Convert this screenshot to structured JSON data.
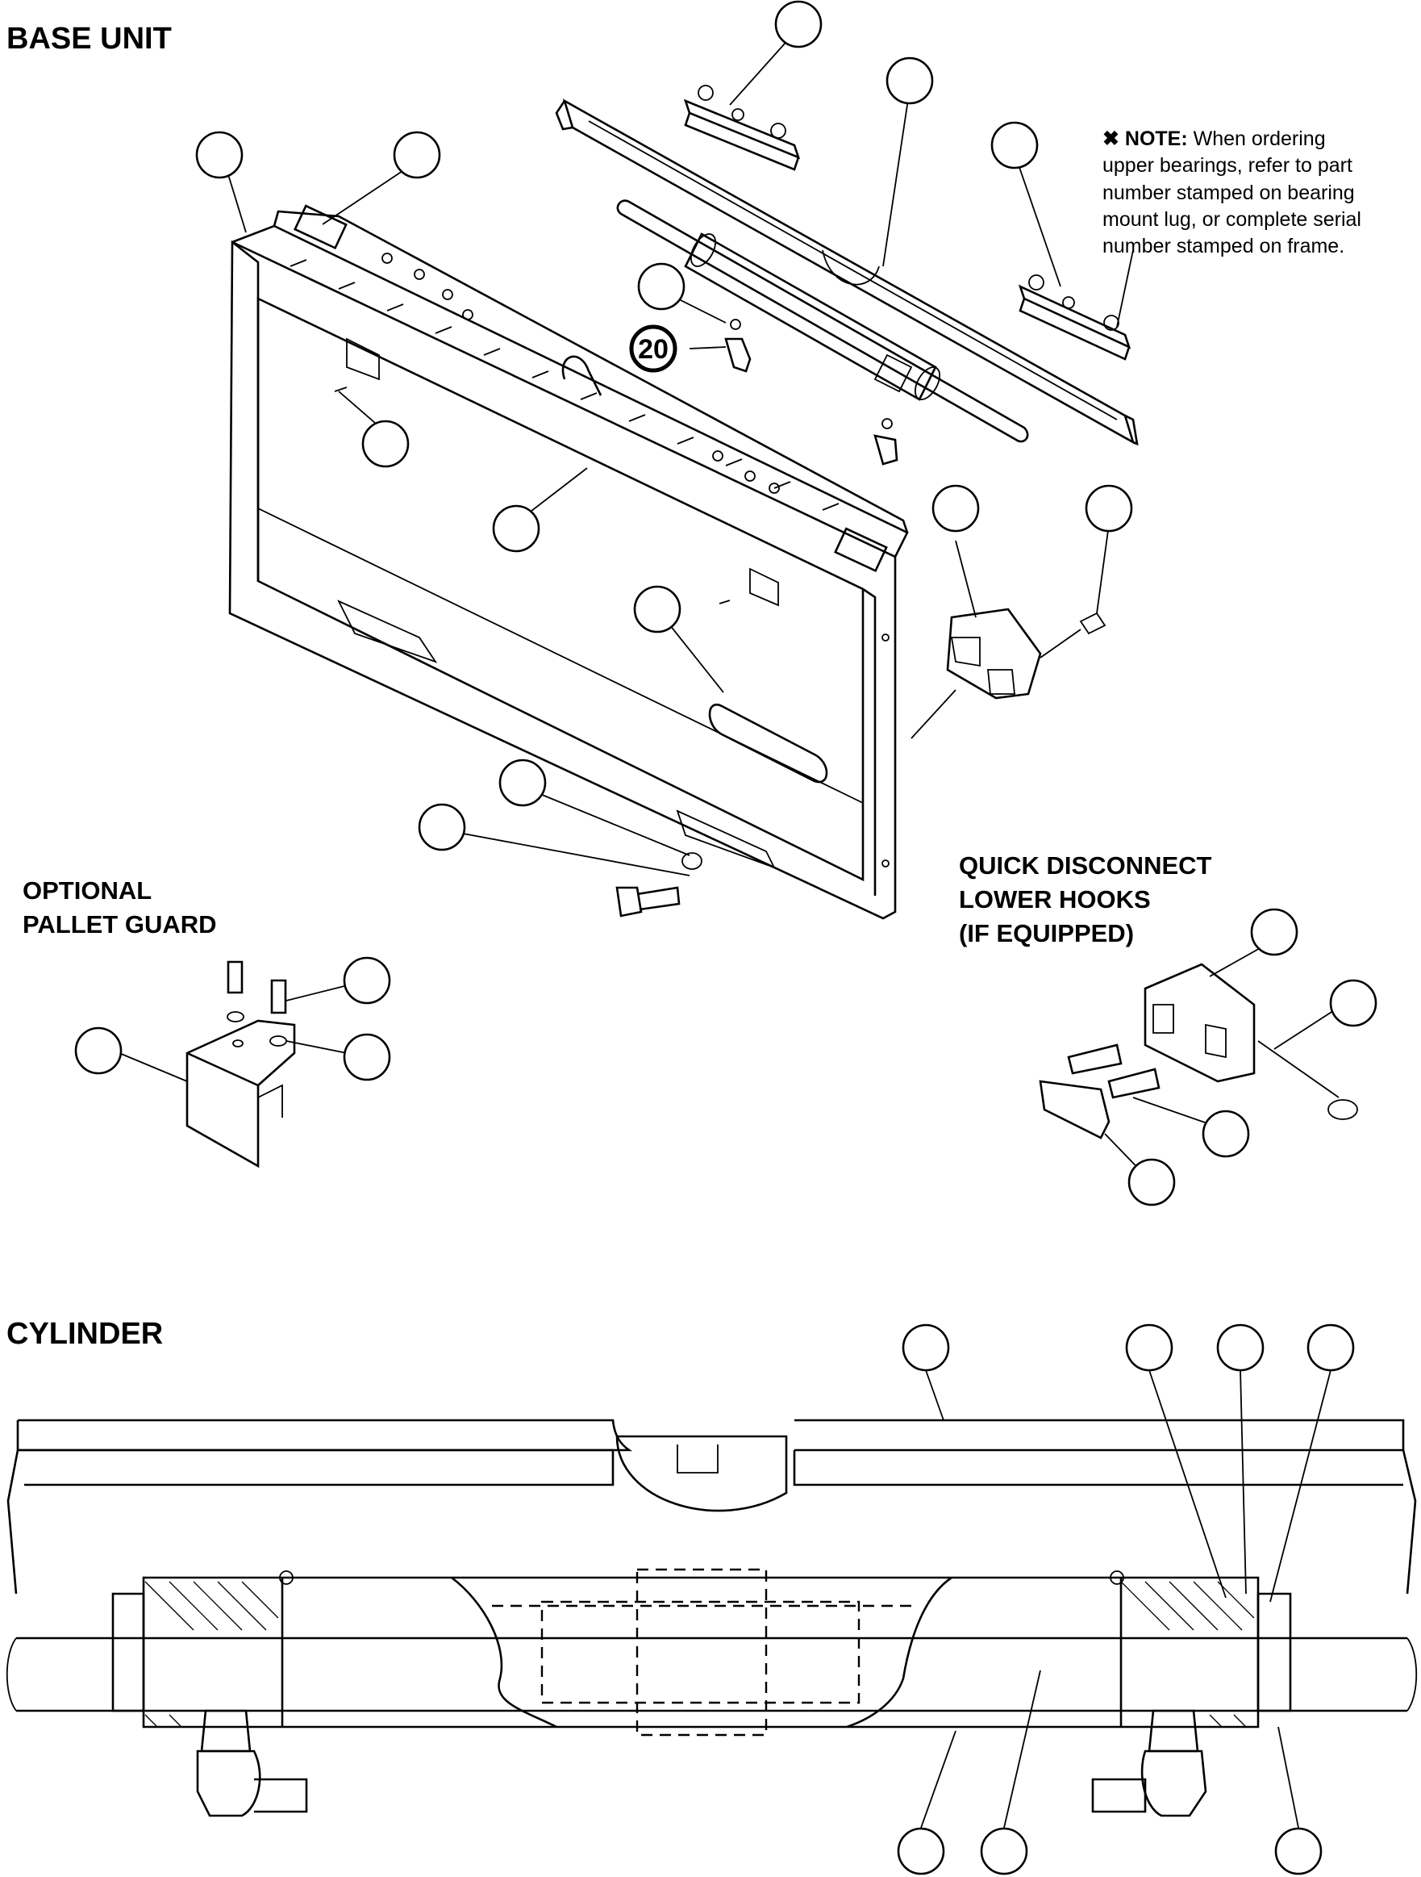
{
  "sections": {
    "base_unit": "BASE UNIT",
    "cylinder": "CYLINDER"
  },
  "subassemblies": {
    "pallet_guard_line1": "OPTIONAL",
    "pallet_guard_line2": "PALLET GUARD",
    "quick_disconnect_line1": "QUICK DISCONNECT",
    "quick_disconnect_line2": "LOWER HOOKS",
    "quick_disconnect_line3": "(IF EQUIPPED)"
  },
  "note": {
    "symbol": "✖",
    "heading": "NOTE:",
    "lines": [
      "When ordering",
      "upper bearings, refer to part",
      "number stamped on bearing",
      "mount lug, or complete serial",
      "number stamped on frame."
    ]
  },
  "callouts": {
    "fitting_badge": "20"
  }
}
